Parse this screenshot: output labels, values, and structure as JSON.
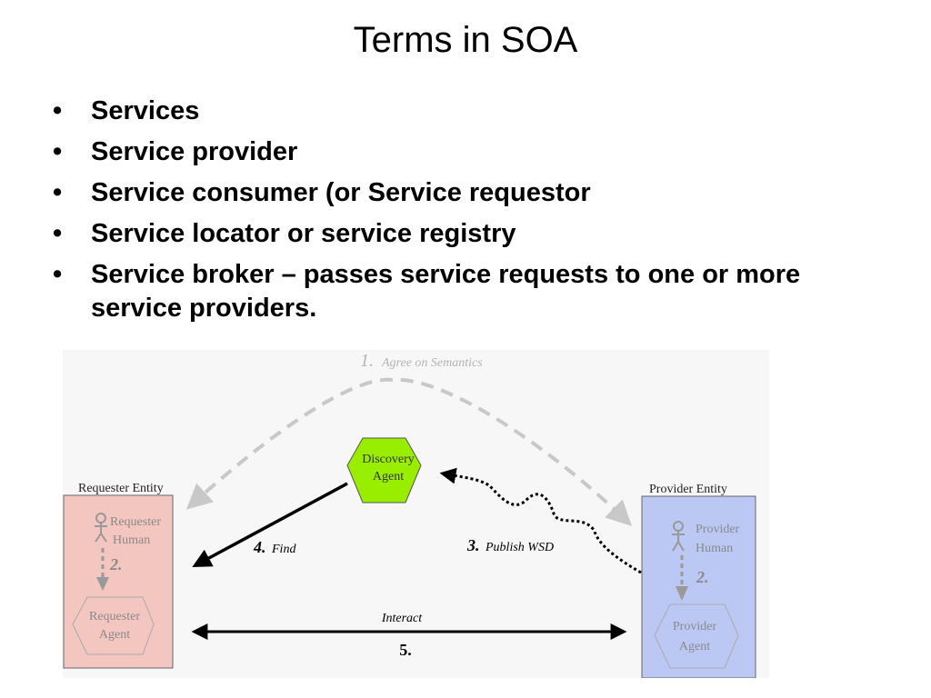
{
  "slide": {
    "title": "Terms in SOA",
    "bullets": [
      "Services",
      "Service provider",
      "Service consumer (or Service requestor",
      "Service locator or service registry",
      "Service broker – passes service requests to one or more service providers."
    ],
    "bullet_symbol": "•"
  },
  "diagram": {
    "step1": {
      "number": "1.",
      "label": "Agree on Semantics"
    },
    "discovery_agent": {
      "line1": "Discovery",
      "line2": "Agent"
    },
    "requester_entity": {
      "label": "Requester Entity",
      "human_line1": "Requester",
      "human_line2": "Human",
      "step": "2.",
      "agent_line1": "Requester",
      "agent_line2": "Agent"
    },
    "provider_entity": {
      "label": "Provider Entity",
      "human_line1": "Provider",
      "human_line2": "Human",
      "step": "2.",
      "agent_line1": "Provider",
      "agent_line2": "Agent"
    },
    "step3": {
      "number": "3.",
      "label": "Publish WSD"
    },
    "step4": {
      "number": "4.",
      "label": "Find"
    },
    "step5": {
      "number": "5.",
      "label": "Interact"
    },
    "colors": {
      "discovery_fill": "#99ee00",
      "requester_fill": "#f4c6c0",
      "provider_fill": "#bcc8f4",
      "faded_text": "#8a8a8a",
      "dashed_arrow": "#c8c8c8"
    }
  }
}
